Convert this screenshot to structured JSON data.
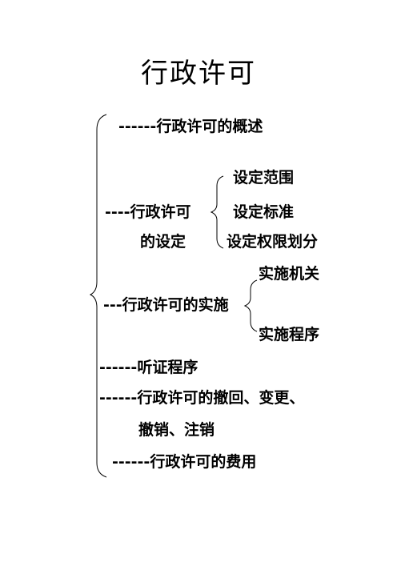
{
  "title": "行政许可",
  "outline": {
    "overview": "------行政许可的概述",
    "setting": {
      "label_line1": "----行政许可",
      "label_line2": "的设定",
      "subitems": [
        "设定范围",
        "设定标准",
        "设定权限划分"
      ]
    },
    "implementation": {
      "label": "---行政许可的实施",
      "subitems": [
        "实施机关",
        "实施程序"
      ]
    },
    "hearing": "------听证程序",
    "revocation": {
      "line1": "------行政许可的撤回、变更、",
      "line2": "撤销、注销"
    },
    "fees": "------行政许可的费用"
  }
}
